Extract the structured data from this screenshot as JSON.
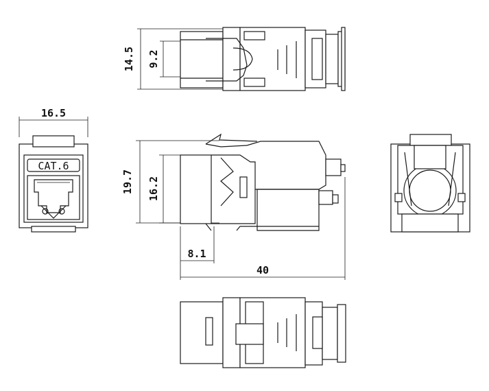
{
  "dimensions": {
    "top_view_height": "14.5",
    "top_view_inner_height": "9.2",
    "front_view_width": "16.5",
    "side_view_height": "19.7",
    "side_view_inner_height": "16.2",
    "side_view_latch_offset": "8.1",
    "side_view_length": "40"
  },
  "front_view": {
    "label": "CAT.6"
  },
  "colors": {
    "line": "#1a1a1a",
    "background": "#ffffff"
  }
}
